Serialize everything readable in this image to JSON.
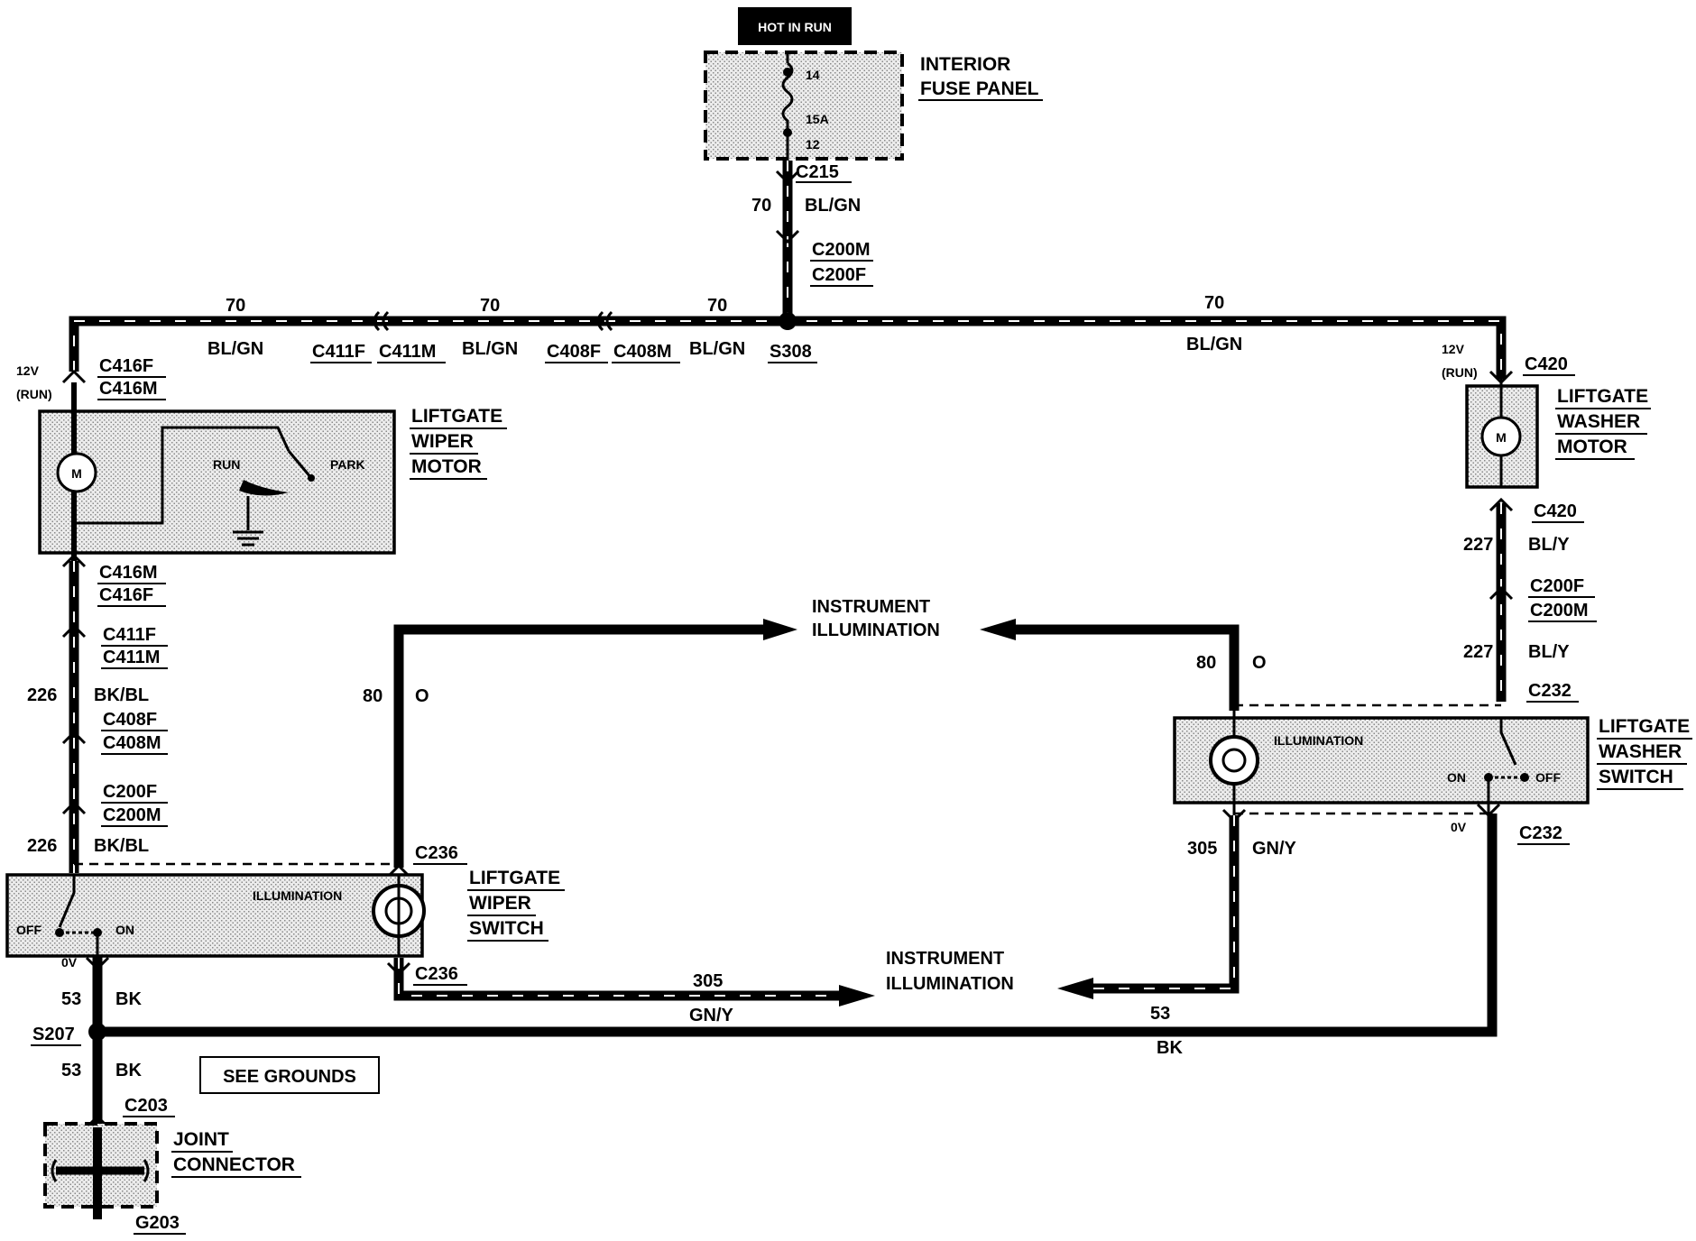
{
  "header": {
    "power_label": "HOT IN RUN"
  },
  "components": {
    "fuse_panel": {
      "label_line1": "INTERIOR",
      "label_line2": "FUSE PANEL",
      "pin_top": "14",
      "rating": "15A",
      "pin_bottom": "12"
    },
    "wiper_motor": {
      "label_line1": "LIFTGATE",
      "label_line2": "WIPER",
      "label_line3": "MOTOR",
      "motor": "M",
      "run": "RUN",
      "park": "PARK",
      "voltage": "12V",
      "voltage_note": "(RUN)"
    },
    "washer_motor": {
      "label_line1": "LIFTGATE",
      "label_line2": "WASHER",
      "label_line3": "MOTOR",
      "motor": "M",
      "voltage": "12V",
      "voltage_note": "(RUN)"
    },
    "wiper_switch": {
      "label_line1": "LIFTGATE",
      "label_line2": "WIPER",
      "label_line3": "SWITCH",
      "illumination": "ILLUMINATION",
      "off": "OFF",
      "on": "ON",
      "ground_voltage": "0V"
    },
    "washer_switch": {
      "label_line1": "LIFTGATE",
      "label_line2": "WASHER",
      "label_line3": "SWITCH",
      "illumination": "ILLUMINATION",
      "on": "ON",
      "off": "OFF",
      "ground_voltage": "0V"
    },
    "joint_connector": {
      "label_line1": "JOINT",
      "label_line2": "CONNECTOR"
    },
    "see_grounds": "SEE GROUNDS",
    "instrument_illumination_top": {
      "line1": "INSTRUMENT",
      "line2": "ILLUMINATION"
    },
    "instrument_illumination_bottom": {
      "line1": "INSTRUMENT",
      "line2": "ILLUMINATION"
    }
  },
  "connectors": {
    "c215": "C215",
    "c200m_top": "C200M",
    "c200f_top": "C200F",
    "s308": "S308",
    "c411f_top": "C411F",
    "c411m_top": "C411M",
    "c408f_top": "C408F",
    "c408m_top": "C408M",
    "c416f_top": "C416F",
    "c416m_top": "C416M",
    "c416m_bot": "C416M",
    "c416f_bot": "C416F",
    "c411f_left": "C411F",
    "c411m_left": "C411M",
    "c408f_left": "C408F",
    "c408m_left": "C408M",
    "c200f_left": "C200F",
    "c200m_left": "C200M",
    "c236_top": "C236",
    "c236_bot": "C236",
    "s207": "S207",
    "c203": "C203",
    "g203": "G203",
    "c420_top": "C420",
    "c420_bot": "C420",
    "c200f_right": "C200F",
    "c200m_right": "C200M",
    "c232_top": "C232",
    "c232_bot": "C232"
  },
  "wires": {
    "w70_vertical": {
      "circuit": "70",
      "color": "BL/GN"
    },
    "w70_left1": {
      "circuit": "70",
      "color": "BL/GN"
    },
    "w70_left2": {
      "circuit": "70",
      "color": "BL/GN"
    },
    "w70_left3": {
      "circuit": "70",
      "color": "BL/GN"
    },
    "w70_right": {
      "circuit": "70",
      "color": "BL/GN"
    },
    "w226_upper": {
      "circuit": "226",
      "color": "BK/BL"
    },
    "w226_lower": {
      "circuit": "226",
      "color": "BK/BL"
    },
    "w80_left": {
      "circuit": "80",
      "color": "O"
    },
    "w80_right": {
      "circuit": "80",
      "color": "O"
    },
    "w227_upper": {
      "circuit": "227",
      "color": "BL/Y"
    },
    "w227_lower": {
      "circuit": "227",
      "color": "BL/Y"
    },
    "w305_left": {
      "circuit": "305",
      "color": "GN/Y"
    },
    "w305_right": {
      "circuit": "305",
      "color": "GN/Y"
    },
    "w53_upper": {
      "circuit": "53",
      "color": "BK"
    },
    "w53_lower": {
      "circuit": "53",
      "color": "BK"
    },
    "w53_right": {
      "circuit": "53",
      "color": "BK"
    }
  }
}
